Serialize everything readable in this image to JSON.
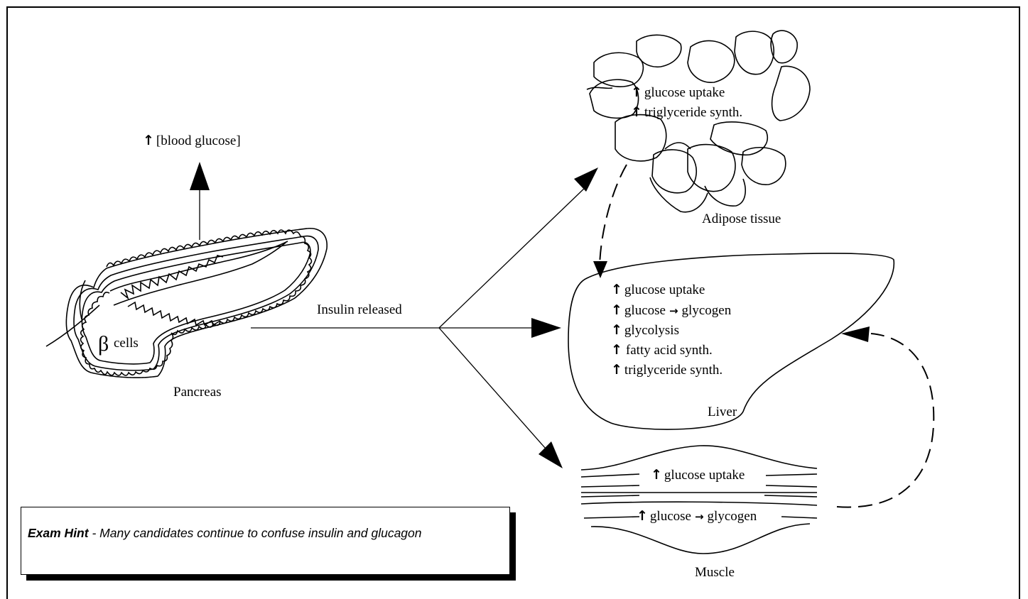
{
  "labels": {
    "blood_glucose": "[blood glucose]",
    "pancreas": "Pancreas",
    "beta_symbol": "β",
    "beta_cells": "cells",
    "insulin_released": "Insulin released",
    "adipose_tissue": "Adipose tissue",
    "liver": "Liver",
    "muscle": "Muscle"
  },
  "adipose_effects": [
    "glucose uptake",
    "triglyceride synth."
  ],
  "liver_effects": {
    "glucose_uptake": "glucose uptake",
    "glucose_to": "glucose",
    "glycogen": "glycogen",
    "glycolysis": "glycolysis",
    "fatty_acid": "fatty acid synth.",
    "triglyceride": "triglyceride synth."
  },
  "muscle_effects": {
    "glucose_uptake": "glucose uptake",
    "glucose_to": "glucose",
    "glycogen": "glycogen"
  },
  "exam_hint": {
    "title": "Exam Hint",
    "text": " - Many candidates continue to confuse insulin and glucagon"
  }
}
